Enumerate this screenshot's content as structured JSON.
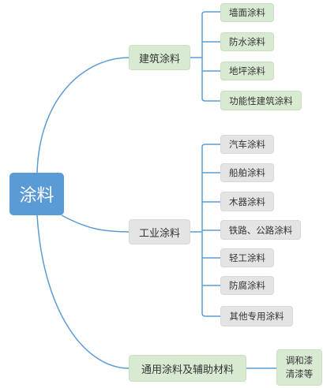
{
  "diagram": {
    "colors": {
      "root": "#5b9bd5",
      "green": "#d9ead3",
      "gray": "#e4e4e4",
      "line": "#5b9bd5"
    },
    "root": {
      "label": "涂料"
    },
    "branches": [
      {
        "label": "建筑涂料",
        "children": [
          "墙面涂料",
          "防水涂料",
          "地坪涂料",
          "功能性建筑涂料"
        ]
      },
      {
        "label": "工业涂料",
        "children": [
          "汽车涂料",
          "船舶涂料",
          "木器涂料",
          "铁路、公路涂料",
          "轻工涂料",
          "防腐涂料",
          "其他专用涂料"
        ]
      },
      {
        "label": "通用涂料及辅助材料",
        "children": [
          {
            "line1": "调和漆",
            "line2": "清漆等"
          }
        ]
      }
    ]
  }
}
